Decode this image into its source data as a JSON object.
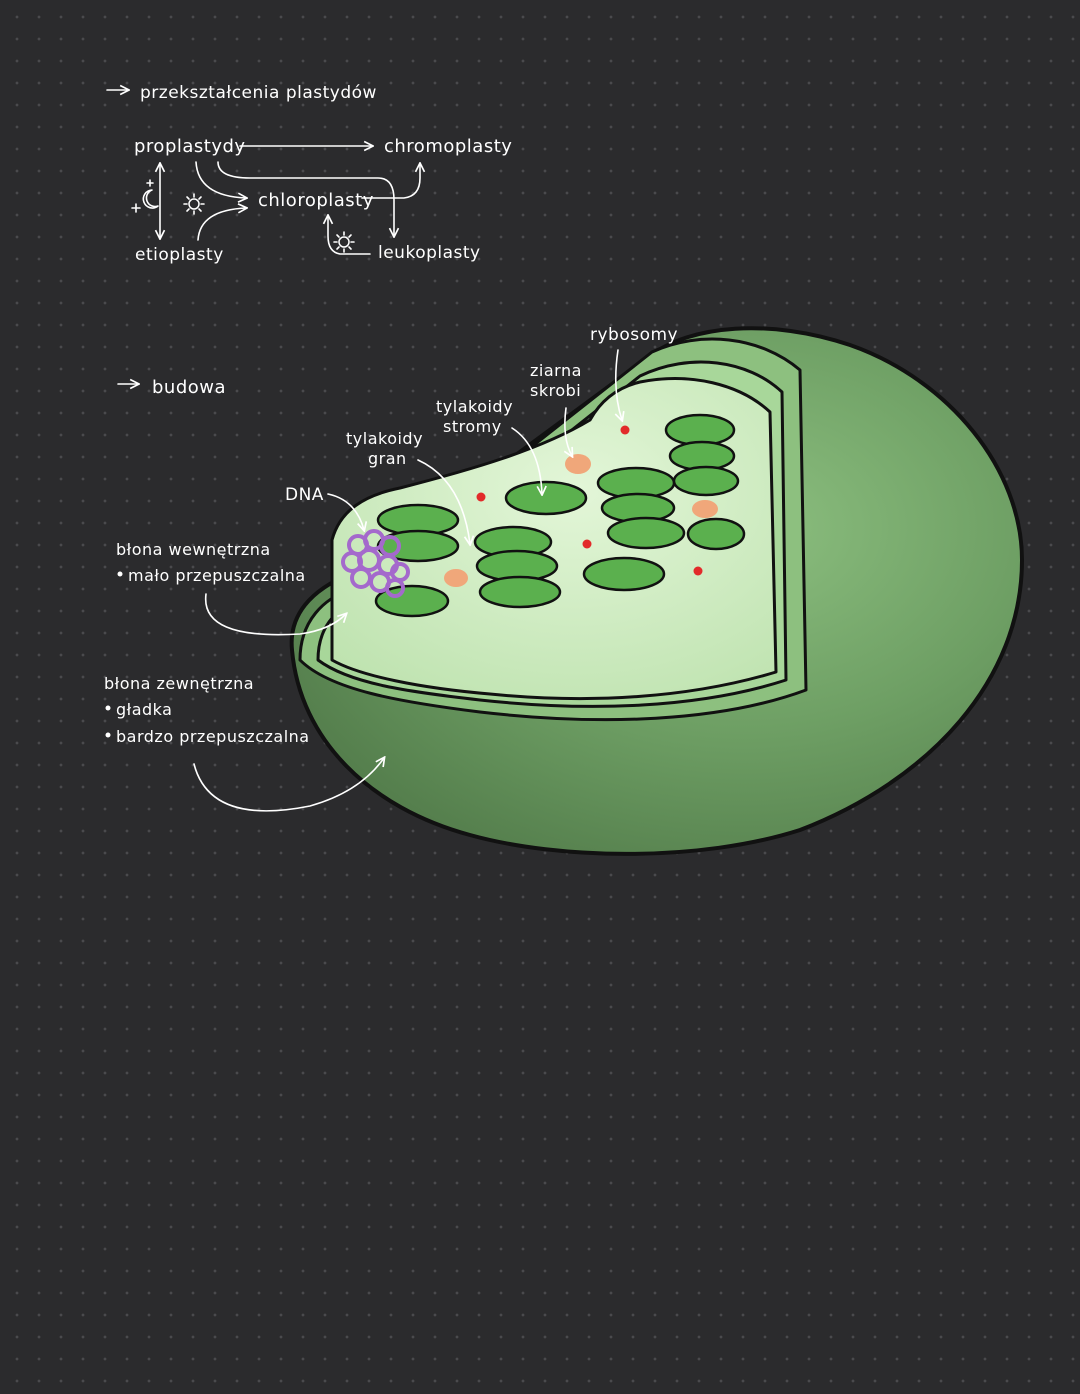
{
  "section_transformations": {
    "heading": "przekształcenia plastydów",
    "nodes": {
      "proplastydy": "proplastydy",
      "chromoplasty": "chromoplasty",
      "chloroplasty": "chloroplasty",
      "etioplasty": "etioplasty",
      "leukoplasty": "leukoplasty"
    },
    "icons": [
      "moon-icon",
      "sun-icon"
    ]
  },
  "section_structure": {
    "heading": "budowa",
    "labels": {
      "rybosomy": "rybosomy",
      "ziarna_line1": "ziarna",
      "ziarna_line2": "skrobi",
      "tylakoidy_stromy_line1": "tylakoidy",
      "tylakoidy_stromy_line2": "stromy",
      "tylakoidy_gran_line1": "tylakoidy",
      "tylakoidy_gran_line2": "gran",
      "dna": "DNA",
      "inner_membrane_title": "błona wewnętrzna",
      "inner_membrane_bullet": "mało przepuszczalna",
      "outer_membrane_title": "błona zewnętrzna",
      "outer_membrane_bullet1": "gładka",
      "outer_membrane_bullet2": "bardzo przepuszczalna"
    }
  },
  "colors": {
    "background": "#2b2b2d",
    "outer_green": "#6a9a60",
    "inner_green": "#d3eec6",
    "thylakoid": "#5bb04e",
    "dna": "#a469cc",
    "starch": "#f0a77a",
    "ribosome": "#e22a2a"
  }
}
